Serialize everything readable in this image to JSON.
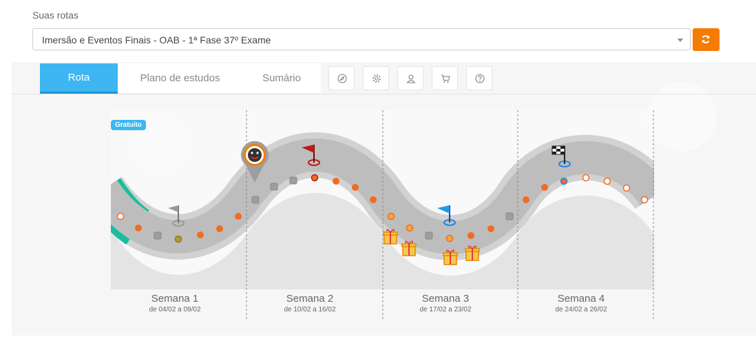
{
  "header": {
    "routes_label": "Suas rotas",
    "selected_route": "Imersão e Eventos Finais - OAB - 1ª Fase 37º Exame",
    "refresh_icon": "refresh-icon"
  },
  "tabs": [
    {
      "label": "Rota",
      "active": true
    },
    {
      "label": "Plano de estudos",
      "active": false
    },
    {
      "label": "Sumário",
      "active": false
    }
  ],
  "toolbar_icons": [
    "compass-icon",
    "gear-icon",
    "user-icon",
    "cart-icon",
    "help-icon"
  ],
  "route": {
    "badge": "Gratuito",
    "weeks": [
      {
        "label": "Semana 1",
        "range": "de 04/02 a 09/02"
      },
      {
        "label": "Semana 2",
        "range": "de 10/02 a 16/02"
      },
      {
        "label": "Semana 3",
        "range": "de 17/02 a 23/02"
      },
      {
        "label": "Semana 4",
        "range": "de 24/02 a 26/02"
      }
    ]
  },
  "colors": {
    "accent": "#3db6f2",
    "refresh": "#f57c00",
    "road": "#c8c8c8",
    "completed": "#1abc9c",
    "dot_orange": "#f26b21"
  }
}
